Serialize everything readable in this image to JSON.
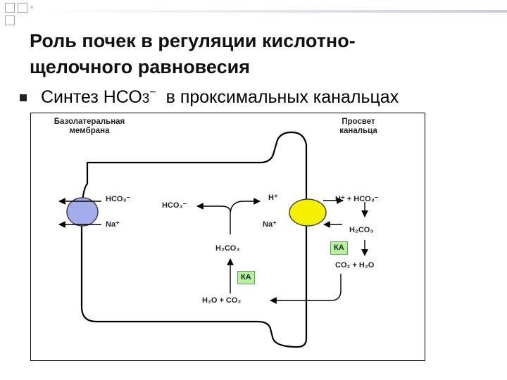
{
  "slide": {
    "title_line1": "Роль почек в регуляции кислотно-",
    "title_line2": "щелочного равновесия",
    "bullet_prefix": "Синтез НСО",
    "bullet_sub": "3",
    "bullet_sup": "−",
    "bullet_suffix": "в проксимальных канальцах"
  },
  "diagram": {
    "header_left_1": "Базолатеральная",
    "header_left_2": "мембрана",
    "header_right_1": "Просвет",
    "header_right_2": "канальца",
    "left_hco3": "HCO₃⁻",
    "left_na": "Na⁺",
    "mid_hco3": "HCO₃⁻",
    "mid_h": "H⁺",
    "mid_na": "Na⁺",
    "mid_h2co3": "H₂CO₃",
    "ka_mid": "КА",
    "bottom_h2o_co2": "H₂O + CO₂",
    "right_h_hco3": "H⁺ + HCO₃⁻",
    "right_h2co3": "H₂CO₃",
    "ka_right": "КА",
    "right_co2_h2o": "CO₂ + H₂O",
    "colors": {
      "basolateral_transporter": "#a3adeb",
      "luminal_transporter": "#f4f000",
      "carbonic_anhydrase": "#b5f3a3"
    }
  }
}
